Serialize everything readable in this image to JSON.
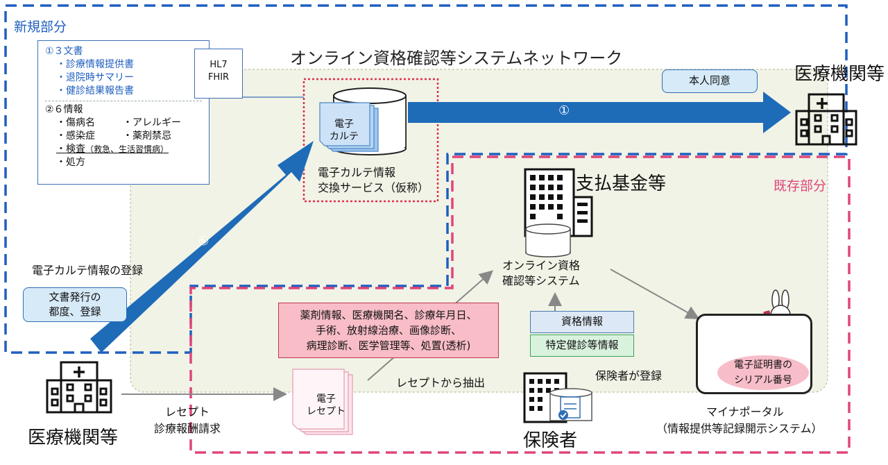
{
  "labels": {
    "new_section": "新規部分",
    "existing_section": "既存部分",
    "network_title": "オンライン資格確認等システムネットワーク",
    "medical_institution_top": "医療機関等",
    "medical_institution_bottom": "医療機関等",
    "payment_fund": "支払基金等",
    "insurer": "保険者",
    "online_system_line1": "オンライン資格",
    "online_system_line2": "確認等システム",
    "ehr_service_line1": "電子カルテ情報",
    "ehr_service_line2": "交換サービス（仮称）",
    "ehr_registration": "電子カルテ情報の登録",
    "receipt_extract": "レセプトから抽出",
    "insurer_register": "保険者が登録",
    "receipt_line1": "レセプト",
    "receipt_line2": "診療報酬請求",
    "myna_portal": "マイナポータル",
    "myna_portal_sub": "（情報提供等記録開示システム）",
    "circle_one_top": "①",
    "circle_one_diag": "①"
  },
  "doc_note": {
    "three_docs": "①３文書",
    "docs": [
      "・診療情報提供書",
      "・退院時サマリー",
      "・健診結果報告書"
    ],
    "six_info": "②６情報",
    "info_rows": [
      [
        "・傷病名",
        "・アレルギー"
      ],
      [
        "・感染症",
        "・薬剤禁忌"
      ]
    ],
    "exam": "・検査",
    "exam_note": "（救急、生活習慣病）",
    "prescription": "・処方"
  },
  "hl7": {
    "line1": "HL7",
    "line2": "FHIR"
  },
  "ehr_sheet": {
    "line1": "電子",
    "line2": "カルテ"
  },
  "receipt_sheet": {
    "line1": "電子",
    "line2": "レセプト"
  },
  "callouts": {
    "consent": "本人同意",
    "issue_line1": "文書発行の",
    "issue_line2": "都度、登録"
  },
  "red_box": {
    "line1": "薬剤情報、医療機関名、診療年月日、",
    "line2": "手術、放射線治療、画像診断、",
    "line3": "病理診断、医学管理等、処置(透析)"
  },
  "qualification_info": "資格情報",
  "health_check_info": "特定健診等情報",
  "certificate": {
    "line1": "電子証明書の",
    "line2": "シリアル番号"
  },
  "colors": {
    "blue_dashed": "#1f5fbf",
    "red_dashed": "#e0457a",
    "arrow_blue": "#1e6bb8",
    "network_bg": "#f1f3e6"
  }
}
